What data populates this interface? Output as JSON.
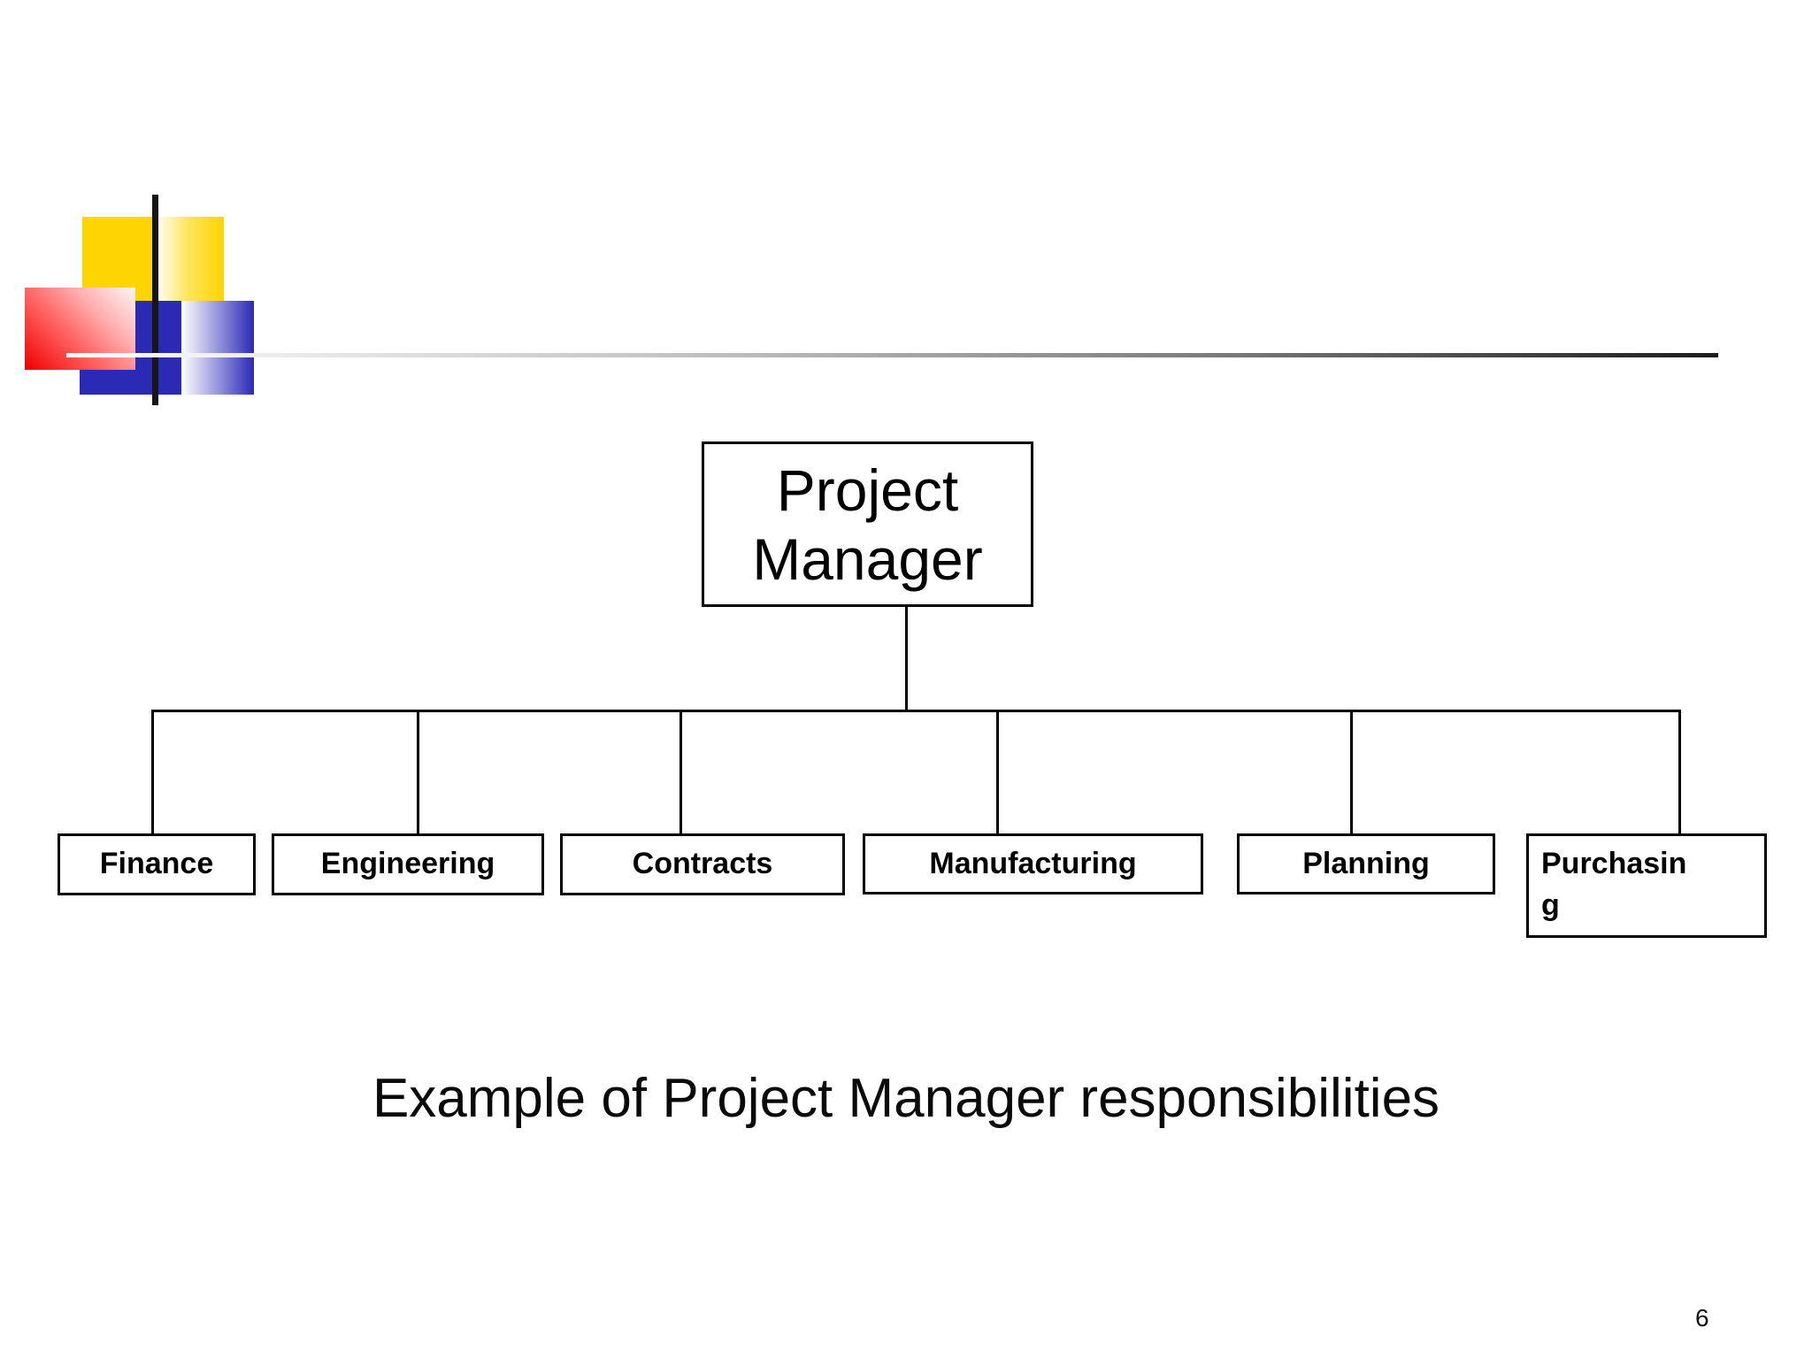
{
  "slide": {
    "caption": "Example of Project Manager responsibilities",
    "page_number": "6"
  },
  "chart": {
    "type": "org-chart",
    "root": {
      "label": "Project Manager"
    },
    "departments": [
      {
        "label": "Finance"
      },
      {
        "label": "Engineering"
      },
      {
        "label": "Contracts"
      },
      {
        "label": "Manufacturing"
      },
      {
        "label": "Planning"
      },
      {
        "label": "Purchasing"
      }
    ]
  },
  "logo_colors": {
    "yellow": "#ffd400",
    "red": "#ee0000",
    "blue": "#2a2ab5",
    "bar": "#161616"
  }
}
